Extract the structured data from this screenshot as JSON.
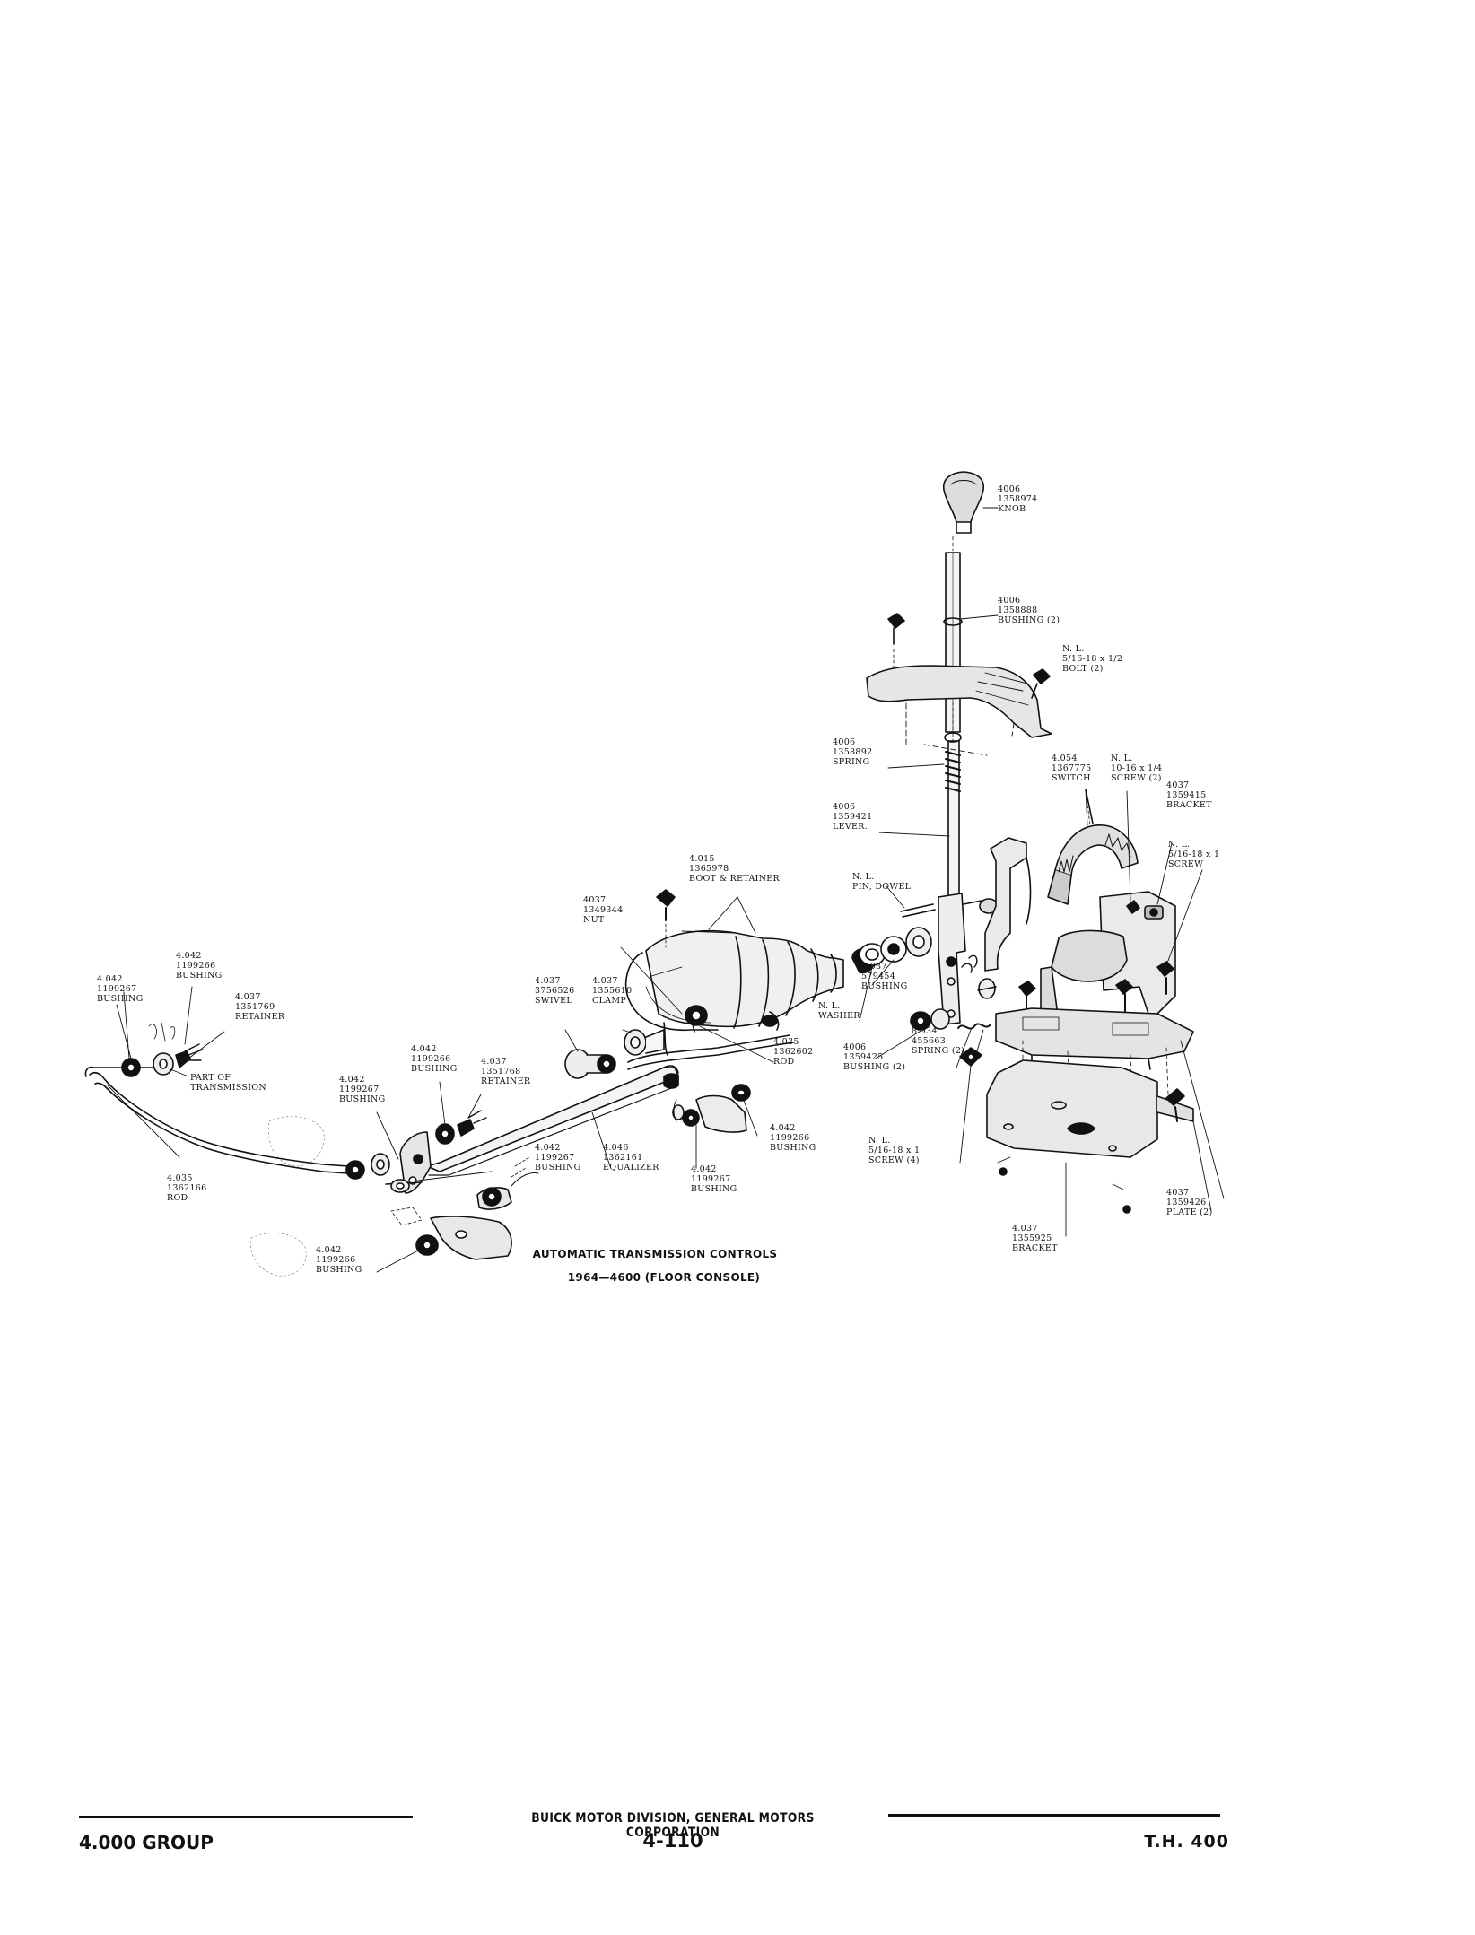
{
  "diagram": {
    "caption_line1": "AUTOMATIC TRANSMISSION CONTROLS",
    "caption_line2": "1964—4600 (FLOOR CONSOLE)",
    "callouts": {
      "knob": [
        "4006",
        "1358974",
        "KNOB"
      ],
      "bushing_top": [
        "4006",
        "1358888",
        "BUSHING (2)"
      ],
      "bolt": [
        "N. L.",
        "5/16-18 x 1/2",
        "BOLT (2)"
      ],
      "spring_lever": [
        "4006",
        "1358892",
        "SPRING"
      ],
      "switch": [
        "4.054",
        "1367775",
        "SWITCH"
      ],
      "screw_1014": [
        "N. L.",
        "10-16 x 1/4",
        "SCREW (2)"
      ],
      "bracket_right": [
        "4037",
        "1359415",
        "BRACKET"
      ],
      "screw_right": [
        "N. L.",
        "5/16-18 x 1",
        "SCREW"
      ],
      "lever": [
        "4006",
        "1359421",
        "LEVER."
      ],
      "pin_dowel": [
        "N. L.",
        "PIN, DOWEL"
      ],
      "boot": [
        "4.015",
        "1365978",
        "BOOT & RETAINER"
      ],
      "nut": [
        "4037",
        "1349344",
        "NUT"
      ],
      "bushing_579": [
        "4.037",
        "579454",
        "BUSHING"
      ],
      "washer": [
        "N. L.",
        "WASHER"
      ],
      "swivel": [
        "4.037",
        "3756526",
        "SWIVEL"
      ],
      "clamp": [
        "4.037",
        "1355610",
        "CLAMP"
      ],
      "rod_upper": [
        "4.035",
        "1362602",
        "ROD"
      ],
      "bushing_1359425": [
        "4006",
        "1359425",
        "BUSHING (2)"
      ],
      "spring_2": [
        "8.934",
        "455663",
        "SPRING (2)"
      ],
      "bushing_far_left_a": [
        "4.042",
        "1199266",
        "BUSHING"
      ],
      "bushing_far_left_b": [
        "4.042",
        "1199267",
        "BUSHING"
      ],
      "retainer_left": [
        "4.037",
        "1351769",
        "RETAINER"
      ],
      "part_of_trans": [
        "PART OF",
        "TRANSMISSION"
      ],
      "bushing_mid_a": [
        "4.042",
        "1199266",
        "BUSHING"
      ],
      "retainer_mid": [
        "4.037",
        "1351768",
        "RETAINER"
      ],
      "bushing_mid_b": [
        "4.042",
        "1199267",
        "BUSHING"
      ],
      "equalizer": [
        "4.046",
        "1362161",
        "EQUALIZER"
      ],
      "bushing_lower_b": [
        "4.042",
        "1199267",
        "BUSHING"
      ],
      "bushing_right_a": [
        "4.042",
        "1199266",
        "BUSHING"
      ],
      "bushing_right_b": [
        "4.042",
        "1199267",
        "BUSHING"
      ],
      "rod_lower": [
        "4.035",
        "1362166",
        "ROD"
      ],
      "bushing_bottom": [
        "4.042",
        "1199266",
        "BUSHING"
      ],
      "screw_4": [
        "N. L.",
        "5/16-18 x 1",
        "SCREW (4)"
      ],
      "bracket_bottom": [
        "4.037",
        "1355925",
        "BRACKET"
      ],
      "plate": [
        "4037",
        "1359426",
        "PLATE (2)"
      ]
    }
  },
  "footer": {
    "corporation": "BUICK MOTOR DIVISION, GENERAL MOTORS CORPORATION",
    "group": "4.000 GROUP",
    "page": "4-110",
    "model": "T.H. 400"
  }
}
